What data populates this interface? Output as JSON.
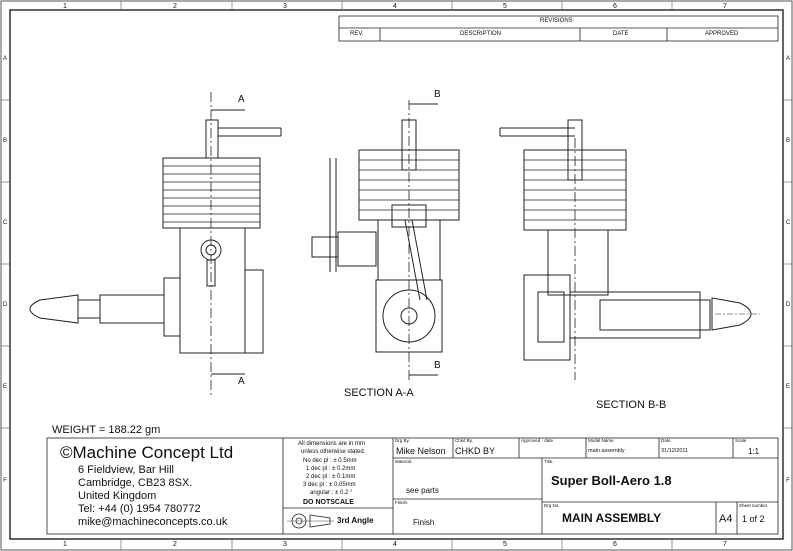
{
  "border": {
    "columns": [
      "1",
      "2",
      "3",
      "4",
      "5",
      "6",
      "7"
    ],
    "rows": [
      "A",
      "B",
      "C",
      "D",
      "E",
      "F"
    ]
  },
  "revisions": {
    "title": "REVISIONS",
    "headers": [
      "REV.",
      "DESCRIPTION",
      "DATE",
      "APPROVED"
    ]
  },
  "views": {
    "section_aa_label": "SECTION A-A",
    "section_bb_label": "SECTION B-B",
    "cut_markers": {
      "a": "A",
      "b": "B"
    }
  },
  "weight": "WEIGHT = 188.22 gm",
  "company": {
    "logo_text": "©Machine Concept Ltd",
    "address_lines": [
      "6 Fieldview, Bar Hill",
      "Cambridge,  CB23 8SX.",
      "United Kingdom",
      "Tel: +44 (0) 1954 780772",
      "mike@machineconcepts.co.uk"
    ]
  },
  "tolerances": {
    "lines": [
      "All dimensions are in mm",
      "unless otherwise stated.",
      "No dec pl : ± 0.5mm",
      "1 dec pl : ± 0.2mm",
      "2 dec pl : ± 0.1mm",
      "3 dec pl : ± 0.05mm",
      "angular : ± 0.2 °"
    ],
    "do_not_scale": "DO NOTSCALE",
    "projection": "3rd Angle"
  },
  "title_block": {
    "drg_by_label": "Drg By.",
    "drg_by_value": "Mike Nelson",
    "chkd_by_label": "Chkd By.",
    "chkd_by_value": "CHKD BY",
    "approved_label": "Approved - date",
    "model_name_label": "Model Name",
    "model_name_value": "main assembly",
    "date_label": "Date.",
    "date_value": "31/12/2011",
    "scale_label": "Scale",
    "scale_value": "1:1",
    "material_label": "Material.",
    "material_value": "see parts",
    "title_label": "Title.",
    "title_value": "Super Boll-Aero 1.8",
    "finish_label": "Finish.",
    "finish_value": "Finish",
    "drg_no_label": "Drg No.",
    "drg_no_value": "MAIN ASSEMBLY",
    "size_value": "A4",
    "sheet_label": "Sheet number.",
    "sheet_value": "1 of 2"
  }
}
